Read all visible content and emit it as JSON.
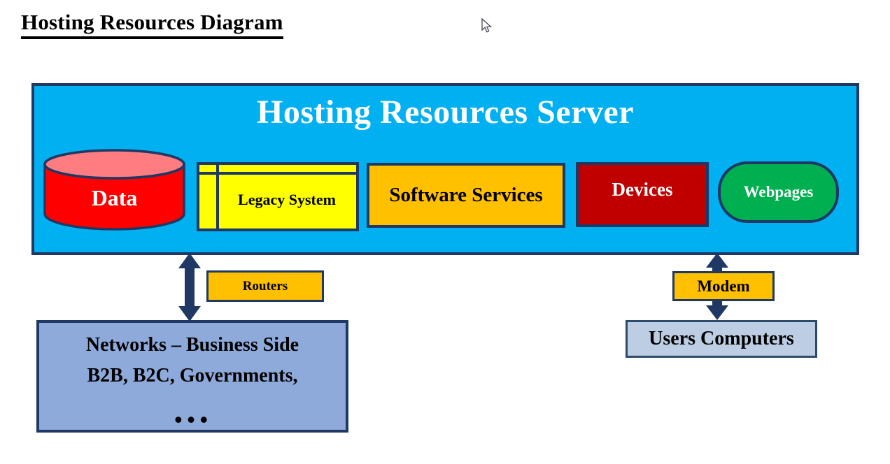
{
  "page": {
    "title": "Hosting Resources Diagram"
  },
  "colors": {
    "server_fill": "#00B0F0",
    "outline": "#1F3864",
    "data_fill": "#FF0000",
    "data_top_fill": "#FF7C80",
    "legacy_fill": "#FFFF00",
    "software_fill": "#FFC000",
    "devices_fill": "#C00000",
    "webpages_fill": "#00B050",
    "connector_fill": "#FFC000",
    "networks_fill": "#8EAADB",
    "users_fill": "#BDCDE4",
    "arrow_fill": "#1F3864"
  },
  "server": {
    "title": "Hosting Resources Server",
    "components": [
      {
        "label": "Data",
        "shape": "cylinder"
      },
      {
        "label": "Legacy System",
        "shape": "predefined-process"
      },
      {
        "label": "Software Services",
        "shape": "rectangle"
      },
      {
        "label": "Devices",
        "shape": "rectangle"
      },
      {
        "label": "Webpages",
        "shape": "rounded-rectangle"
      }
    ]
  },
  "connections": {
    "left": {
      "device": "Routers",
      "target_lines": [
        "Networks – Business Side",
        "B2B, B2C, Governments,",
        "…"
      ]
    },
    "right": {
      "device": "Modem",
      "target": "Users Computers"
    }
  }
}
